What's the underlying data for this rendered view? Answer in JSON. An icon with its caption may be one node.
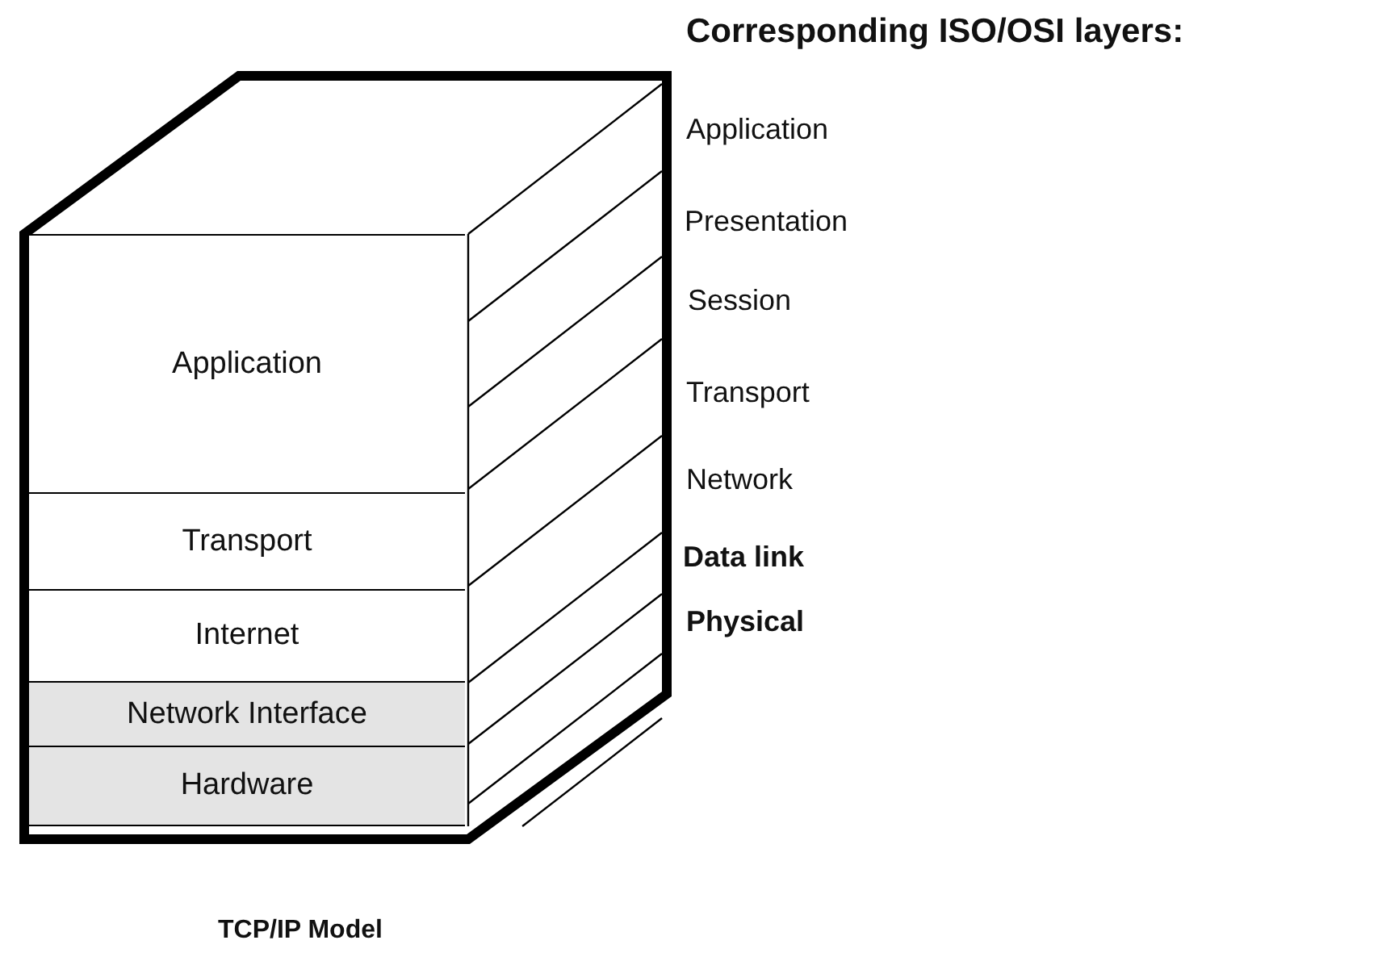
{
  "diagram": {
    "title": "Corresponding ISO/OSI layers:",
    "caption": "TCP/IP Model",
    "nodes": [
      {
        "text": [
          "Application"
        ]
      },
      {
        "text": [
          "Transport"
        ]
      },
      {
        "text": [
          "Internet"
        ]
      },
      {
        "text": [
          "Network Interface"
        ]
      },
      {
        "text": [
          "Hardware"
        ]
      }
    ],
    "edges": [],
    "labels": [
      "Application",
      "Presentation",
      "Session",
      "Transport",
      "Network",
      "Data link",
      "Physical"
    ]
  }
}
